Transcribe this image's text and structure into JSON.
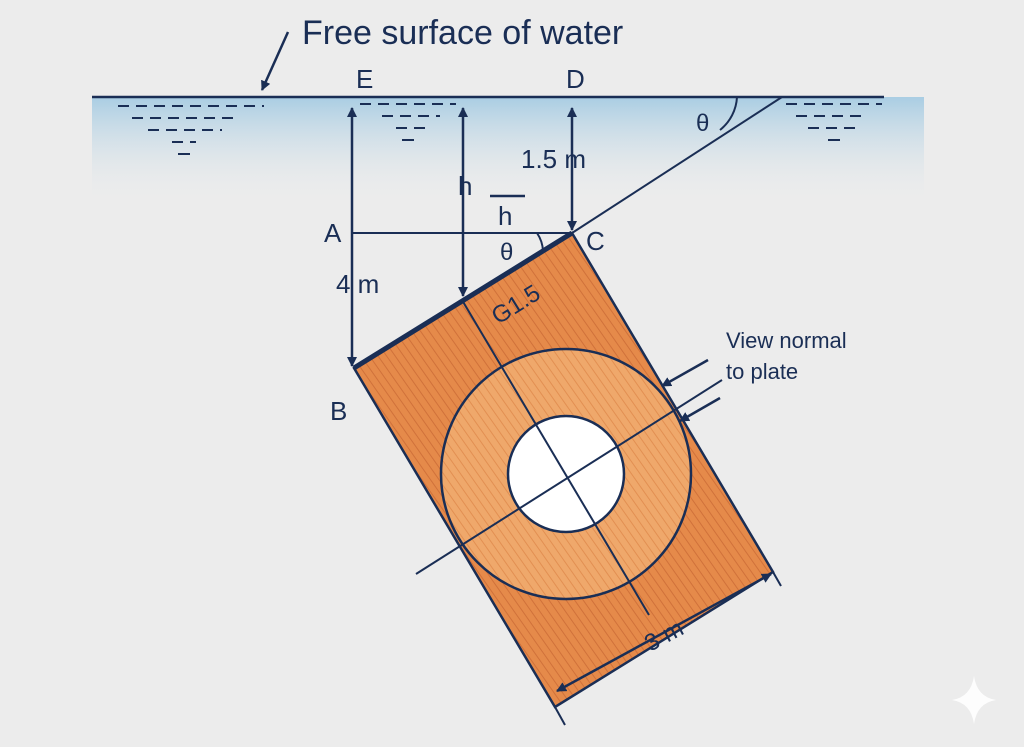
{
  "title": "Free surface of water",
  "points": {
    "E": "E",
    "D": "D",
    "A": "A",
    "B": "B",
    "C": "C"
  },
  "labels": {
    "theta_surface": "θ",
    "theta_plate": "θ",
    "depth_ad": "1.5 m",
    "length_ab": "4 m",
    "h": "h",
    "h_bar": "h",
    "centroid": "G1.5",
    "width": "3 m",
    "view_normal_line1": "View normal",
    "view_normal_line2": "to plate"
  },
  "colors": {
    "ink": "#1a2e55",
    "water_top": "#a9cde3",
    "plate": "#e58a4a",
    "plate_dark": "#d0713a",
    "ring": "#efa86b",
    "background": "#ececec"
  },
  "icons": {
    "corner": "sparkle-icon"
  }
}
